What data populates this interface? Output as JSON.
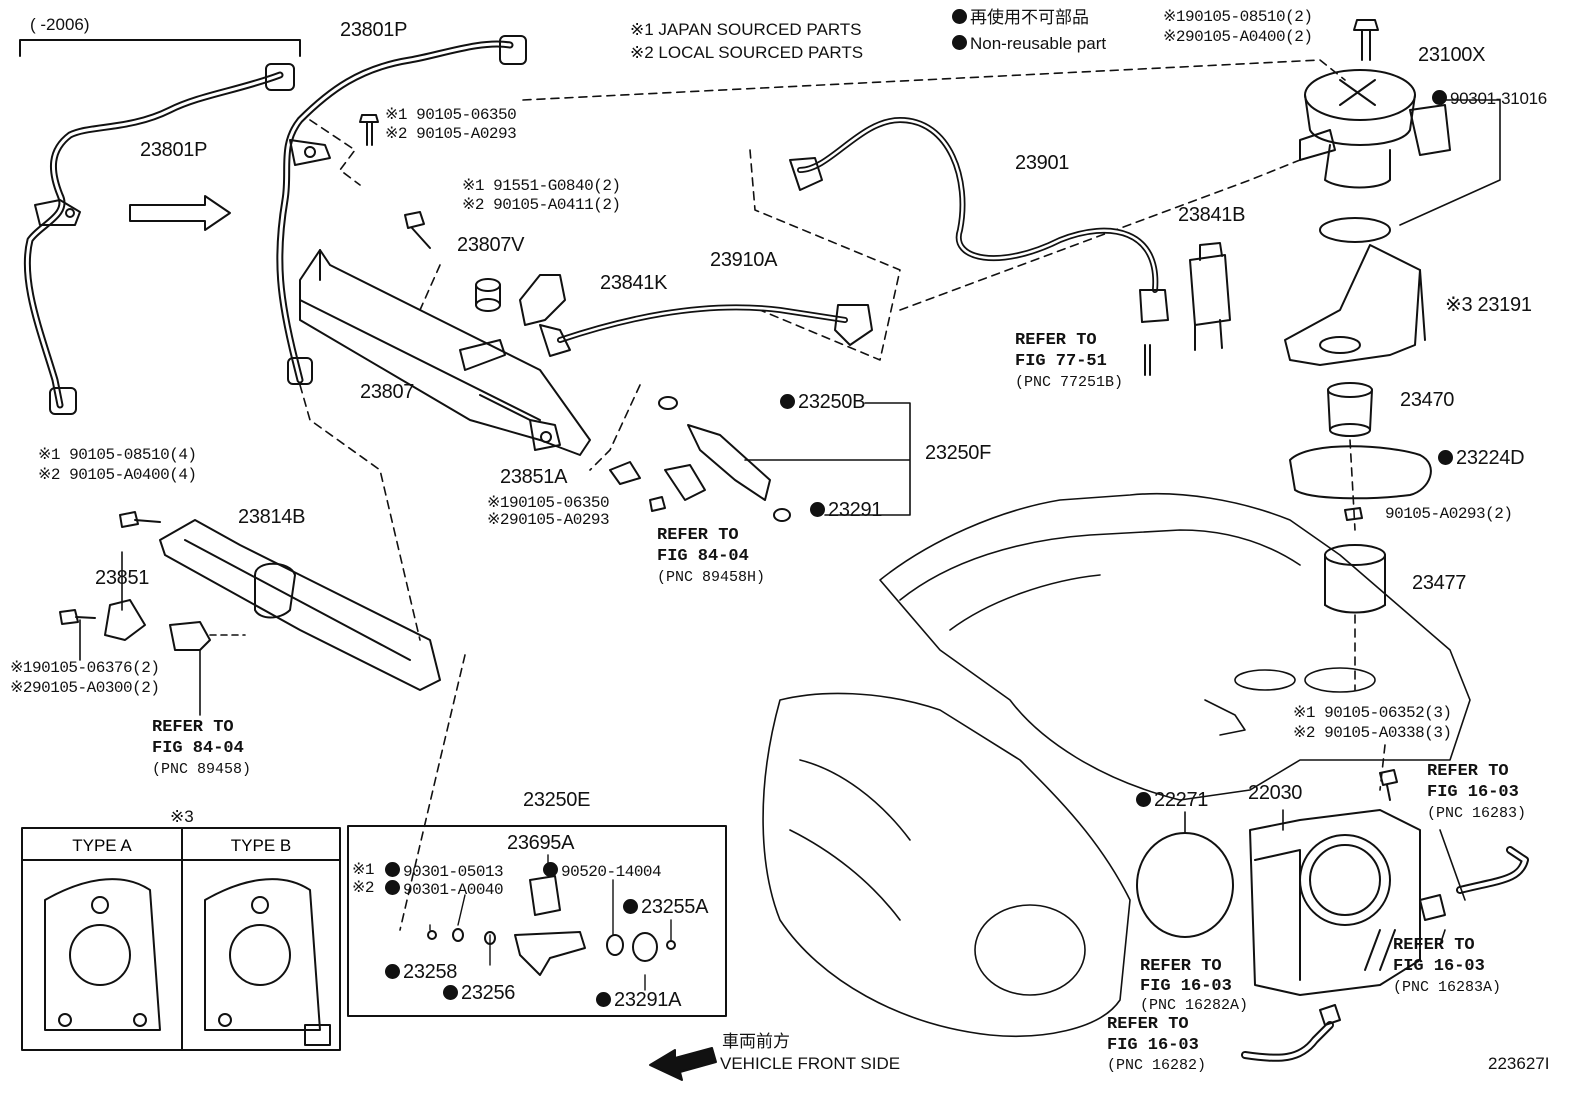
{
  "header": {
    "year_range": "(      -2006)",
    "note_1": "※1 JAPAN SOURCED PARTS",
    "note_2": "※2 LOCAL SOURCED PARTS",
    "legend_jp": "再使用不可部品",
    "legend_en": "Non-reusable part"
  },
  "parts": {
    "p23801P_a": "23801P",
    "p23801P_b": "23801P",
    "p23100X": "23100X",
    "p90301_31016": "90301-31016",
    "p23901": "23901",
    "p23841B": "23841B",
    "p23191": "※3 23191",
    "p23807V": "23807V",
    "p23841K": "23841K",
    "p23910A": "23910A",
    "p23807": "23807",
    "p23250B": "23250B",
    "p23250F": "23250F",
    "p23470": "23470",
    "p23224D": "23224D",
    "p23851A": "23851A",
    "p23291": "23291",
    "p90105_A0293_2": "90105-A0293(2)",
    "p23814B": "23814B",
    "p23477": "23477",
    "p23851": "23851",
    "p23250E": "23250E",
    "p23695A": "23695A",
    "p22271": "22271",
    "p22030": "22030",
    "p90520": "90520-14004",
    "p23255A": "23255A",
    "p23258": "23258",
    "p23256": "23256",
    "p23291A": "23291A"
  },
  "bolts": {
    "top_right_1": "※190105-08510(2)",
    "top_right_2": "※290105-A0400(2)",
    "b1_1": "※1 90105-06350",
    "b1_2": "※2 90105-A0293",
    "b2_1": "※1 91551-G0840(2)",
    "b2_2": "※2 90105-A0411(2)",
    "b3_1": "※1 90105-08510(4)",
    "b3_2": "※2 90105-A0400(4)",
    "b4_1": "※190105-06350",
    "b4_2": "※290105-A0293",
    "b5_1": "※190105-06376(2)",
    "b5_2": "※290105-A0300(2)",
    "b6_1": "※1 90105-06352(3)",
    "b6_2": "※2 90105-A0338(3)",
    "b7_1": "※1",
    "b7_1b": "90301-05013",
    "b7_2": "※2",
    "b7_2b": "90301-A0040"
  },
  "refs": {
    "r1_a": "REFER TO",
    "r1_b": "FIG 77-51",
    "r1_c": "(PNC 77251B)",
    "r2_a": "REFER TO",
    "r2_b": "FIG 84-04",
    "r2_c": "(PNC 89458H)",
    "r3_a": "REFER TO",
    "r3_b": "FIG 84-04",
    "r3_c": "(PNC 89458)",
    "r4_a": "REFER TO",
    "r4_b": "FIG 16-03",
    "r4_c": "(PNC 16283)",
    "r5_a": "REFER TO",
    "r5_b": "FIG 16-03",
    "r5_c": "(PNC 16282A)",
    "r6_a": "REFER TO",
    "r6_b": "FIG 16-03",
    "r6_c": "(PNC 16283A)",
    "r7_a": "REFER TO",
    "r7_b": "FIG 16-03",
    "r7_c": "(PNC 16282)"
  },
  "types_box": {
    "mark": "※3",
    "type_a": "TYPE A",
    "type_b": "TYPE B"
  },
  "footer": {
    "direction_jp": "車両前方",
    "direction_en": "VEHICLE FRONT SIDE",
    "figure_id": "223627I"
  }
}
